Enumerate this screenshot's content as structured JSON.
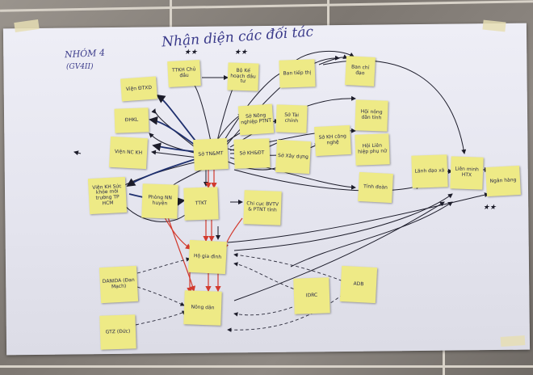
{
  "sheet": {
    "title": "Nhận diện các đối tác",
    "group_label": "NHÓM 4",
    "group_sublabel": "(GV4II)"
  },
  "notes": [
    {
      "id": "n1",
      "text": "TTKH Chủ đầu"
    },
    {
      "id": "n2",
      "text": "Bộ Kế hoạch đầu tư"
    },
    {
      "id": "n3",
      "text": "Ban tiếp thị"
    },
    {
      "id": "n4",
      "text": "Ban chỉ đạo"
    },
    {
      "id": "n5",
      "text": "Viện ĐTXD"
    },
    {
      "id": "n6",
      "text": "ĐHKL"
    },
    {
      "id": "n7",
      "text": "Viện NC KH"
    },
    {
      "id": "n8",
      "text": "Sở TN&MT"
    },
    {
      "id": "n9",
      "text": "Sở Nông nghiệp PTNT"
    },
    {
      "id": "n10",
      "text": "Sở Tài chính"
    },
    {
      "id": "n11",
      "text": "Sở KH&ĐT"
    },
    {
      "id": "n12",
      "text": "Sở Xây dựng"
    },
    {
      "id": "n13",
      "text": "Sở KH công nghệ"
    },
    {
      "id": "n14",
      "text": "Hội nông dân tỉnh"
    },
    {
      "id": "n15",
      "text": "Hội Liên hiệp phụ nữ"
    },
    {
      "id": "n16",
      "text": "Tỉnh đoàn"
    },
    {
      "id": "n17",
      "text": "Viện KH Sức khỏe môi trường TP HCM"
    },
    {
      "id": "n18",
      "text": "Phòng NN huyện"
    },
    {
      "id": "n19",
      "text": "TTKT"
    },
    {
      "id": "n20",
      "text": "Chi cục BVTV & PTNT tỉnh"
    },
    {
      "id": "n21",
      "text": "Lãnh đạo xã"
    },
    {
      "id": "n22",
      "text": "Liên minh HTX"
    },
    {
      "id": "n23",
      "text": "Ngân hàng"
    },
    {
      "id": "n24",
      "text": "Hộ gia đình"
    },
    {
      "id": "n25",
      "text": "DANIDA (Đan Mạch)"
    },
    {
      "id": "n26",
      "text": "Nông dân"
    },
    {
      "id": "n27",
      "text": "IDRC"
    },
    {
      "id": "n28",
      "text": "ADB"
    },
    {
      "id": "n29",
      "text": "GTZ (Đức)"
    }
  ],
  "colors": {
    "note": "#eeea86",
    "ink_black": "#1c1c2a",
    "ink_blue": "#1e2f6e",
    "ink_red": "#d23a2e",
    "paper": "#e8e8f2"
  }
}
